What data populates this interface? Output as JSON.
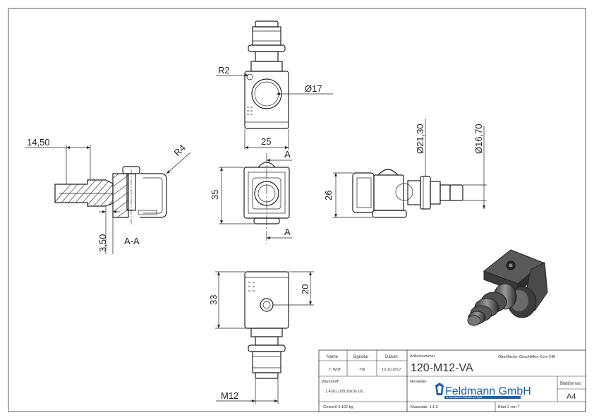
{
  "dimensions": {
    "r2": "R2",
    "d17": "Ø17",
    "w25": "25",
    "d2130": "Ø21,30",
    "d1670": "Ø16,70",
    "h26": "26",
    "h35": "35",
    "w1450": "14,50",
    "r4": "R4",
    "d350": "3,50",
    "h33": "33",
    "h20": "20",
    "m12": "M12"
  },
  "section": {
    "label": "A-A",
    "marker_top": "A",
    "marker_bottom": "A"
  },
  "title_block": {
    "name_header": "Name",
    "signature_header": "Signatur",
    "date_header": "Datum",
    "name_value": "T. Wolf",
    "signature_value": "TW",
    "date_value": "13.10.2017",
    "article_label": "Artikelnummer",
    "article_number": "120-M12-VA",
    "surface": "Oberfläche: Geschliffen Korn 240",
    "material_label": "Werkstoff:",
    "material_value": "1.4301 (X5CrNi18-10)",
    "manufacturer_label": "Hersteller",
    "company": "Feldmann GmbH",
    "company_tagline": "Ihr Spezialist für Edelstahl und Stahl",
    "sheet_format_label": "Blattformat",
    "sheet_format_value": "A4",
    "weight": "Gewicht 0.162 kg",
    "scale": "Massstab: 1:1.2",
    "sheet": "Blatt 1 von 7"
  }
}
